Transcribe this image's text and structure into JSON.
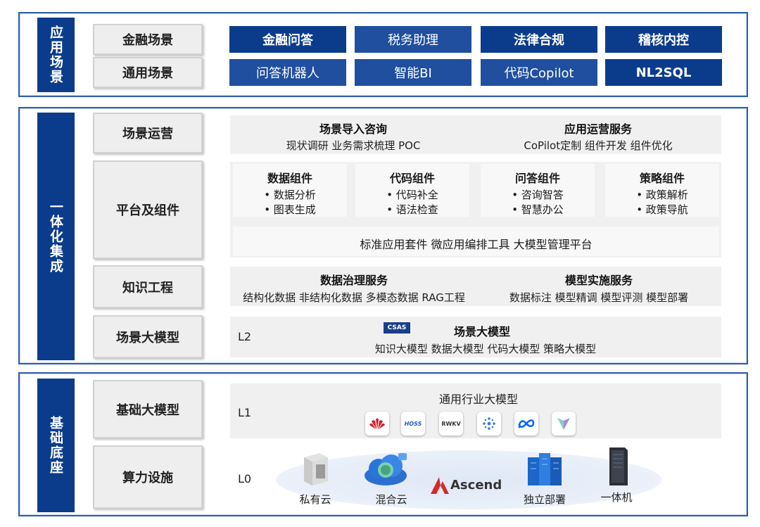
{
  "sections": {
    "app": {
      "title": "应用场景"
    },
    "integration": {
      "title": "一体化集成"
    },
    "foundation": {
      "title": "基础底座"
    }
  },
  "app": {
    "categories": [
      "金融场景",
      "通用场景"
    ],
    "row1": [
      "金融问答",
      "税务助理",
      "法律合规",
      "稽核内控"
    ],
    "row2": [
      "问答机器人",
      "智能BI",
      "代码Copilot",
      "NL2SQL"
    ]
  },
  "integration": {
    "categories": [
      "场景运营",
      "平台及组件",
      "知识工程",
      "场景大模型"
    ],
    "ops": {
      "left_title": "场景导入咨询",
      "left_items": "现状调研  业务需求梳理  POC",
      "right_title": "应用运营服务",
      "right_items": "CoPilot定制  组件开发  组件优化"
    },
    "components": [
      {
        "title": "数据组件",
        "items": [
          "• 数据分析",
          "• 图表生成"
        ]
      },
      {
        "title": "代码组件",
        "items": [
          "• 代码补全",
          "• 语法检查"
        ]
      },
      {
        "title": "问答组件",
        "items": [
          "• 咨询智答",
          "• 智慧办公"
        ]
      },
      {
        "title": "策略组件",
        "items": [
          "• 政策解析",
          "• 政策导航"
        ]
      }
    ],
    "platform_bar": "标准应用套件  微应用编排工具  大模型管理平台",
    "knowledge": {
      "left_title": "数据治理服务",
      "left_items": "结构化数据  非结构化数据  多模态数据  RAG工程",
      "right_title": "模型实施服务",
      "right_items": "数据标注  模型精调  模型评测  模型部署"
    },
    "scene_model": {
      "level": "L2",
      "logo_text": "CSAS",
      "title": "场景大模型",
      "items": "知识大模型  数据大模型  代码大模型  策略大模型"
    }
  },
  "foundation": {
    "categories": [
      "基础大模型",
      "算力设施"
    ],
    "base": {
      "level": "L1",
      "title": "通用行业大模型",
      "logos": [
        "huawei-logo",
        "hoss-logo",
        "rwkv-logo",
        "dots-logo",
        "meta-logo",
        "prism-logo"
      ],
      "logo_text": {
        "hoss": "HOSS",
        "rwkv": "RWKV"
      }
    },
    "compute": {
      "level": "L0",
      "items": [
        "私有云",
        "混合云",
        "独立部署",
        "一体机"
      ],
      "ascend": "Ascend"
    }
  },
  "colors": {
    "primary": "#0b3c8c",
    "tile": "#1f4f9e",
    "border": "#2f5fa8",
    "panel": "#f0f0f0"
  }
}
